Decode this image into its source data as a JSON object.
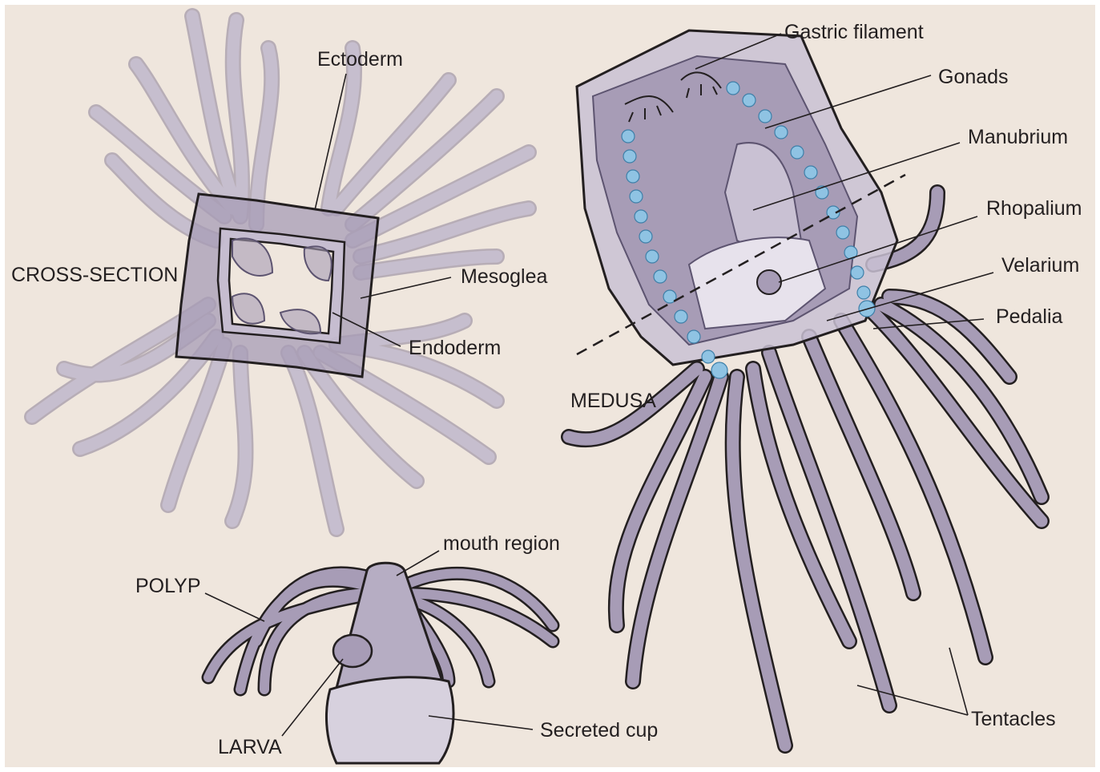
{
  "colors": {
    "background": "#efe6dd",
    "body_fill": "#a79cb6",
    "body_light": "#c9c1d3",
    "outline": "#231f20",
    "gonad": "#8fc3e3"
  },
  "labels": {
    "ectoderm": "Ectoderm",
    "cross_section": "CROSS-SECTION",
    "mesoglea": "Mesoglea",
    "endoderm": "Endoderm",
    "gastric_filament": "Gastric filament",
    "gonads": "Gonads",
    "manubrium": "Manubrium",
    "rhopalium": "Rhopalium",
    "velarium": "Velarium",
    "pedalia": "Pedalia",
    "medusa": "MEDUSA",
    "mouth_region": "mouth region",
    "polyp": "POLYP",
    "larva": "LARVA",
    "secreted_cup": "Secreted cup",
    "tentacles": "Tentacles"
  }
}
